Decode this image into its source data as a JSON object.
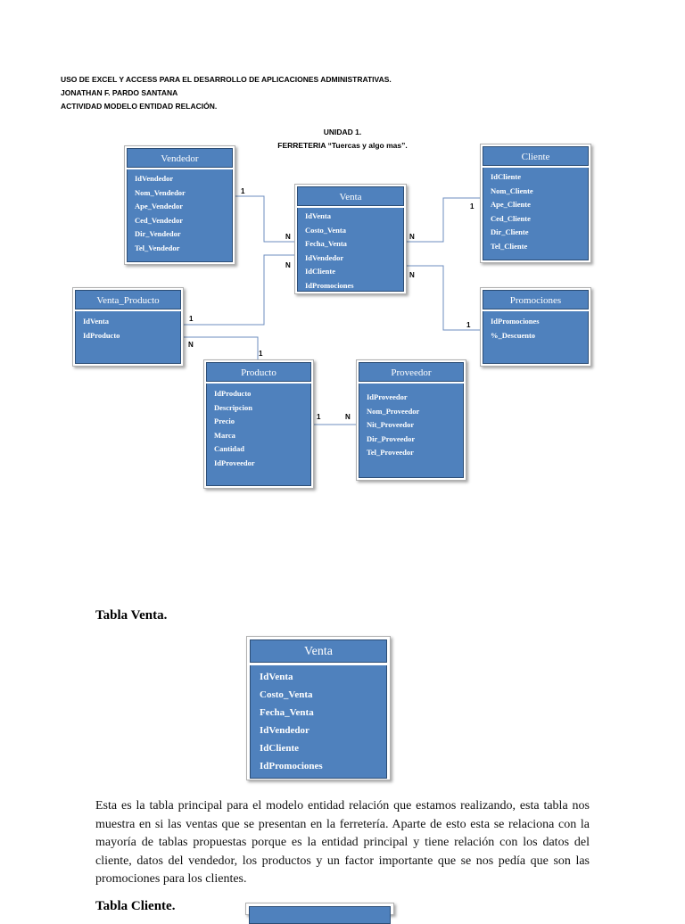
{
  "header": {
    "line1": "USO DE EXCEL Y ACCESS PARA EL DESARROLLO DE APLICACIONES ADMINISTRATIVAS.",
    "line2": "JONATHAN F. PARDO SANTANA",
    "line3": "ACTIVIDAD  MODELO ENTIDAD RELACIÓN."
  },
  "unit": {
    "label": "UNIDAD  1.",
    "store": "FERRETERIA “Tuercas y algo mas”."
  },
  "entities": {
    "vendedor": {
      "title": "Vendedor",
      "fields": [
        "IdVendedor",
        "Nom_Vendedor",
        "Ape_Vendedor",
        "Ced_Vendedor",
        "Dir_Vendedor",
        "Tel_Vendedor"
      ]
    },
    "venta": {
      "title": "Venta",
      "fields": [
        "IdVenta",
        "Costo_Venta",
        "Fecha_Venta",
        "IdVendedor",
        "IdCliente",
        "IdPromociones"
      ]
    },
    "cliente": {
      "title": "Cliente",
      "fields": [
        "IdCliente",
        "Nom_Cliente",
        "Ape_Cliente",
        "Ced_Cliente",
        "Dir_Cliente",
        "Tel_Cliente"
      ]
    },
    "venta_producto": {
      "title": "Venta_Producto",
      "fields": [
        "IdVenta",
        "IdProducto"
      ]
    },
    "promociones": {
      "title": "Promociones",
      "fields": [
        "IdPromociones",
        "%_Descuento"
      ]
    },
    "producto": {
      "title": "Producto",
      "fields": [
        "IdProducto",
        "Descripcion",
        "Precio",
        "Marca",
        "Cantidad",
        "IdProveedor"
      ]
    },
    "proveedor": {
      "title": "Proveedor",
      "fields": [
        "IdProveedor",
        "Nom_Proveedor",
        "Nit_Proveedor",
        "Dir_Proveedor",
        "Tel_Proveedor"
      ]
    }
  },
  "cardinalities": {
    "vend_venta_1": "1",
    "vend_venta_n": "N",
    "cli_venta_1": "1",
    "cli_venta_n": "N",
    "vp_venta_1": "1",
    "vp_venta_n": "N",
    "promo_venta_n": "N",
    "promo_venta_1": "1",
    "vp_prod_n": "N",
    "vp_prod_1": "1",
    "prod_prov_1": "1",
    "prod_prov_n": "N"
  },
  "sections": {
    "tabla_venta": {
      "title": "Tabla Venta.",
      "entity_title": "Venta",
      "fields": [
        "IdVenta",
        "Costo_Venta",
        "Fecha_Venta",
        "IdVendedor",
        "IdCliente",
        "IdPromociones"
      ],
      "paragraph": "Esta es la tabla principal para el modelo entidad relación que estamos realizando, esta tabla nos muestra en si las ventas que se presentan en la ferretería. Aparte de esto esta se relaciona con la mayoría de tablas propuestas porque es la entidad principal y tiene relación con los datos del cliente, datos del vendedor, los productos y un factor importante que se nos pedía que son las promociones para los clientes."
    },
    "tabla_cliente": {
      "title": "Tabla Cliente."
    }
  }
}
